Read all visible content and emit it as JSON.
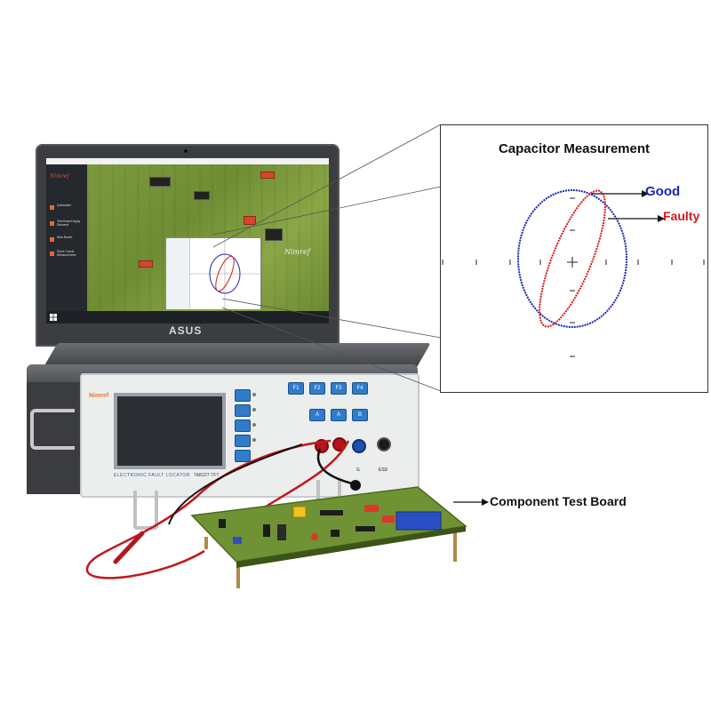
{
  "measurement": {
    "title": "Capacitor Measurement",
    "good_label": "Good",
    "faulty_label": "Faulty",
    "good_color": "#1a25b8",
    "faulty_color": "#d61a1a"
  },
  "board_label": "Component Test Board",
  "laptop": {
    "brand": "ASUS",
    "app": {
      "logo_text": "Nimref",
      "menu": [
        "Quickstart",
        "Test Board Apply Demand",
        "New Board",
        "Short Circuit Measurement"
      ]
    }
  },
  "instrument": {
    "brand": "Nimref",
    "panel_label": "ELECTRONIC FAULT LOCATOR",
    "model": "TAB227-TFT",
    "function_keys": [
      "F1",
      "F2",
      "F3",
      "F4"
    ],
    "channel_keys": [
      "A",
      "A",
      "B"
    ],
    "jack_labels": {
      "g": "G",
      "esd": "ESD"
    }
  },
  "colors": {
    "instrument_blue": "#2f7ccb",
    "pcb_green": "#7c9a3c",
    "probe_red": "#c4161c"
  }
}
